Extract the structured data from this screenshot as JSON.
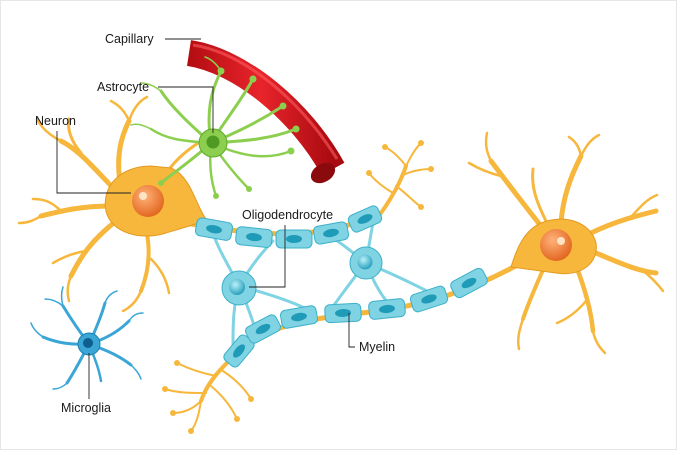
{
  "labels": {
    "capillary": "Capillary",
    "astrocyte": "Astrocyte",
    "neuron": "Neuron",
    "oligodendrocyte": "Oligodendrocyte",
    "myelin": "Myelin",
    "microglia": "Microglia"
  },
  "colors": {
    "neuron": "#f6b73c",
    "neuron_dark": "#e59a1f",
    "nucleus": "#e8741e",
    "myelin": "#7fd3e3",
    "myelin_dark": "#3bb0c9",
    "astrocyte": "#8ccf4e",
    "capillary": "#d9141b",
    "microglia": "#3aa6d6"
  }
}
